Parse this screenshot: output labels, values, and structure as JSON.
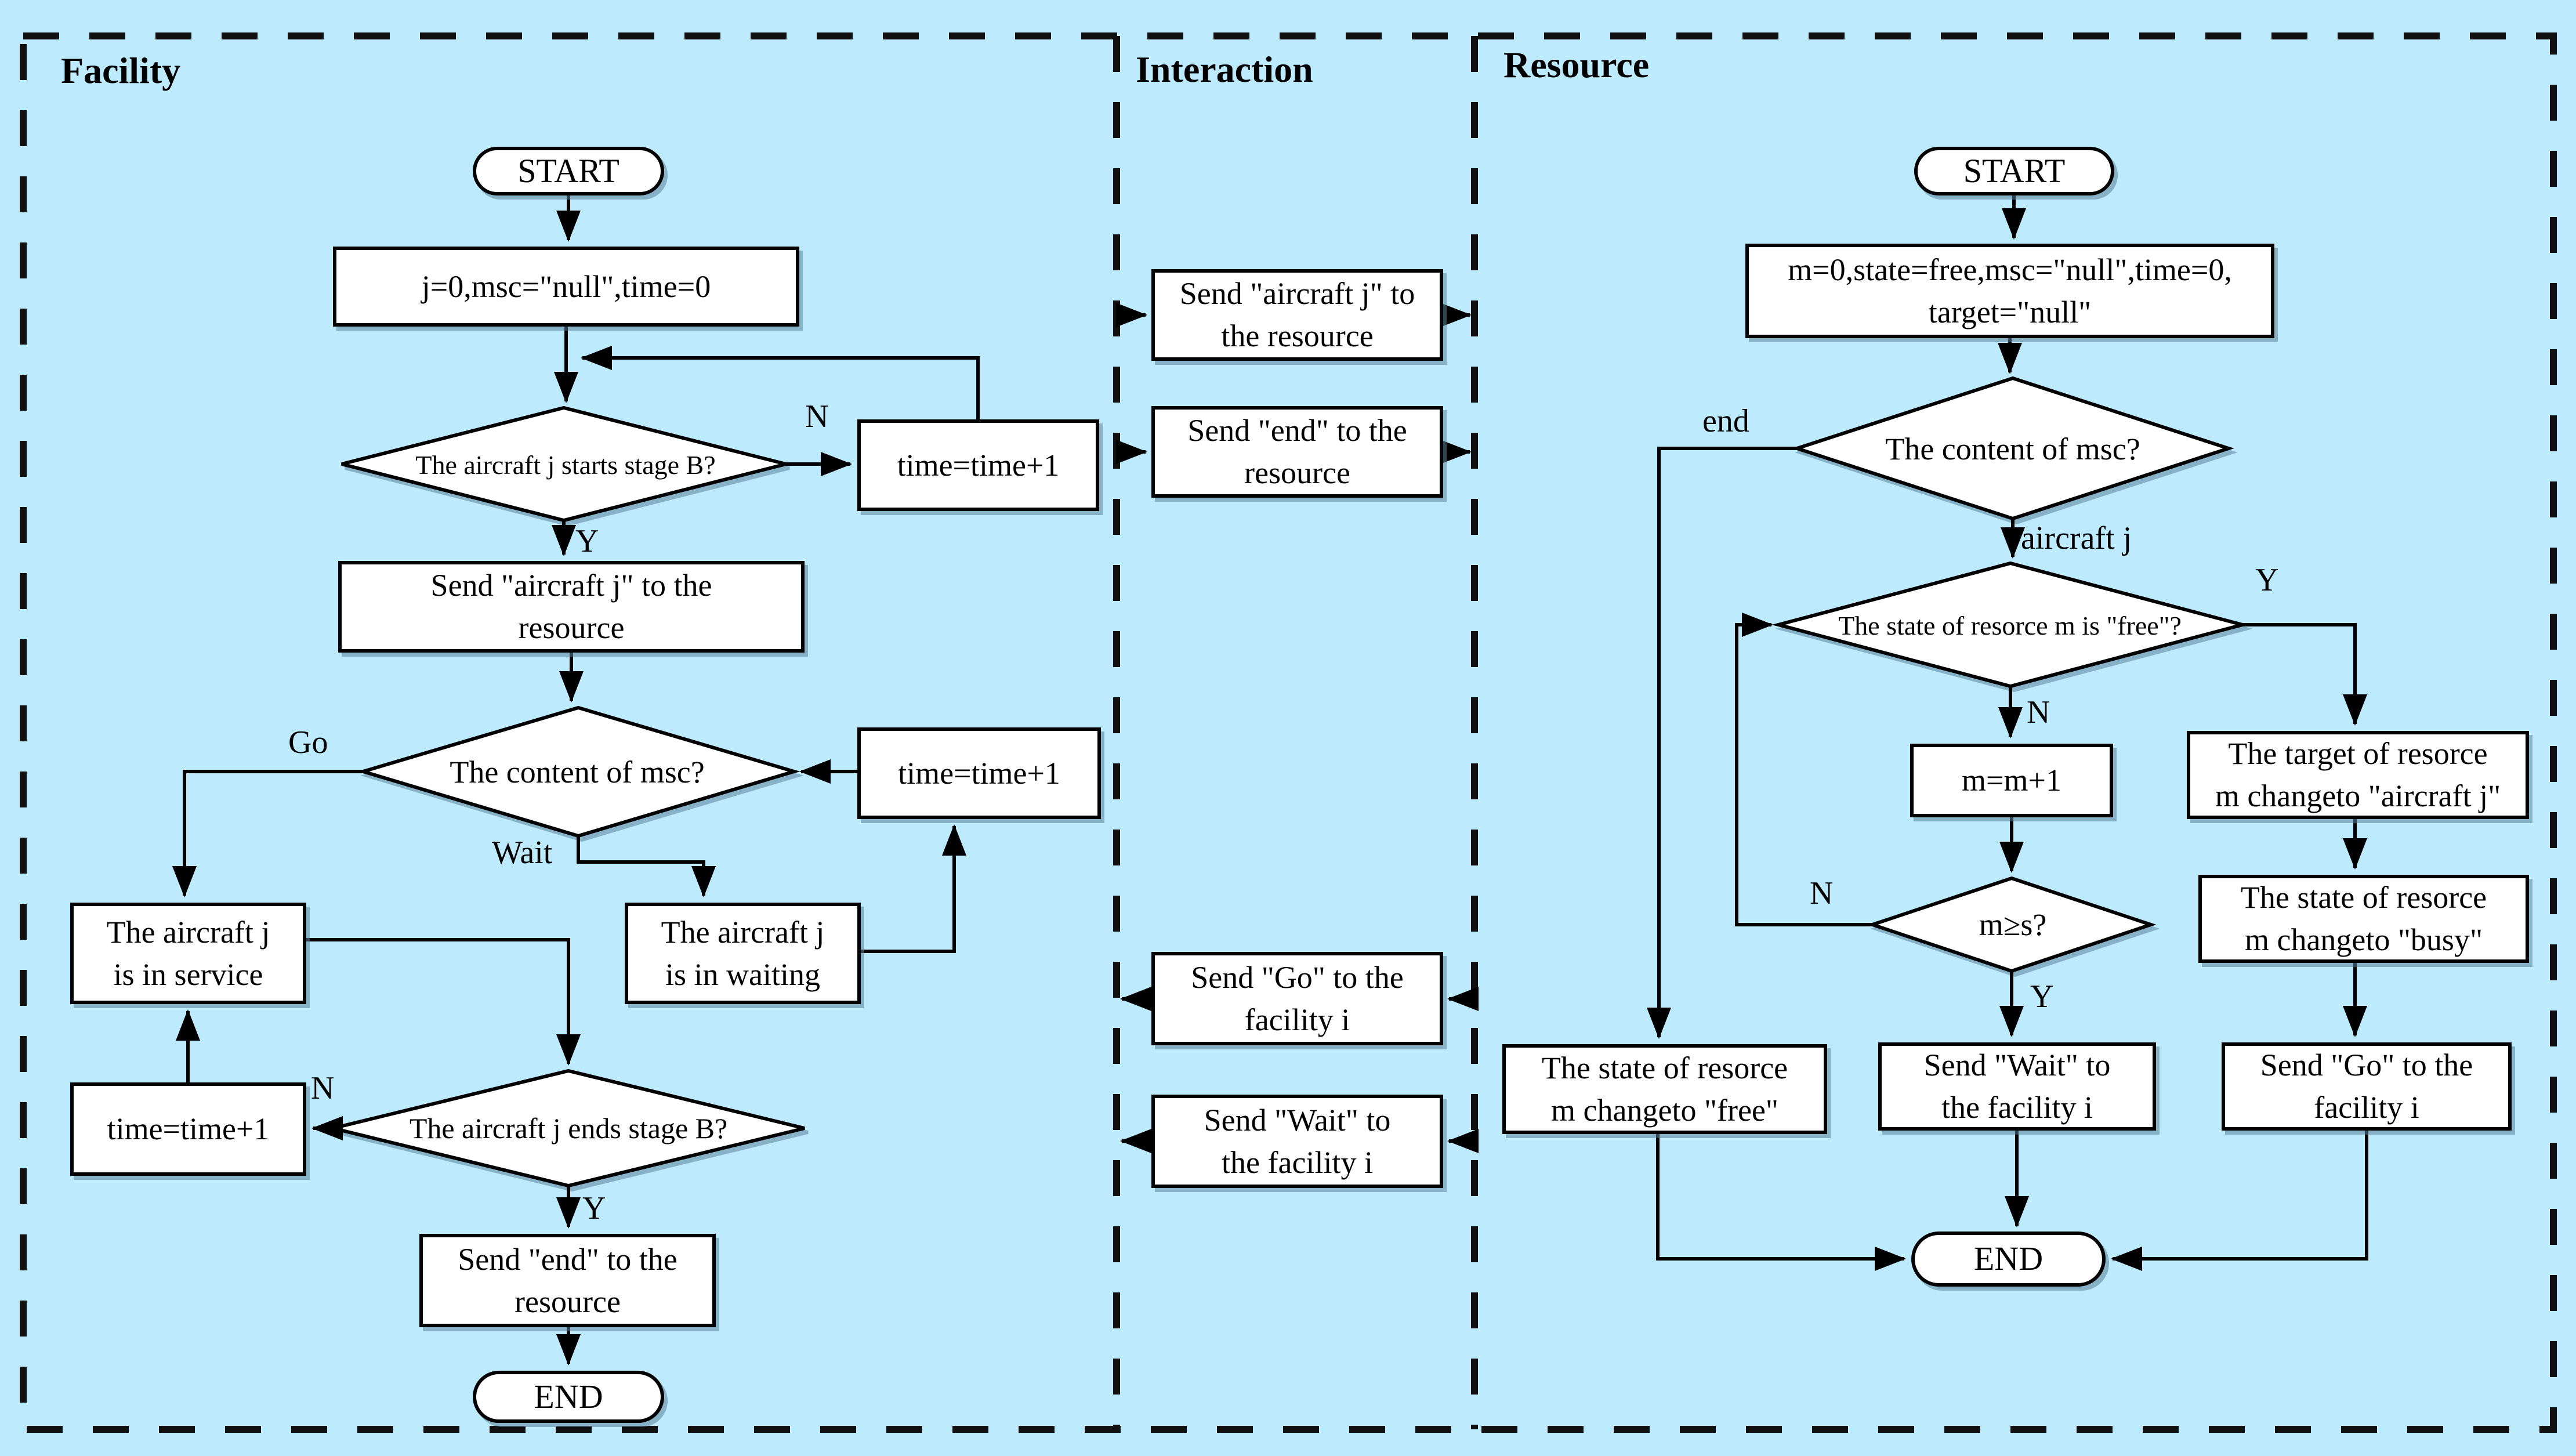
{
  "colors": {
    "background": "#bdeafc",
    "node_fill": "#ffffff",
    "line": "#000000"
  },
  "sections": {
    "facility_title": "Facility",
    "interaction_title": "Interaction",
    "resource_title": "Resource"
  },
  "facility": {
    "start": "START",
    "init": "j=0,msc=\"null\",time=0",
    "d_starts": "The aircraft j starts stage B?",
    "time1": "time=time+1",
    "send_aircraft": "Send \"aircraft j\" to the\nresource",
    "d_msc": "The content of msc?",
    "time2": "time=time+1",
    "in_service": "The aircraft j\nis in service",
    "in_waiting": "The aircraft j\nis in waiting",
    "time3": "time=time+1",
    "d_ends": "The aircraft j ends stage B?",
    "send_end": "Send \"end\" to the\nresource",
    "end": "END",
    "labels": {
      "n_starts": "N",
      "y_starts": "Y",
      "go": "Go",
      "wait": "Wait",
      "n_ends": "N",
      "y_ends": "Y"
    }
  },
  "interaction": {
    "send_aircraft": "Send \"aircraft j\" to\nthe resource",
    "send_end": "Send \"end\" to the\nresource",
    "send_go": "Send \"Go\" to the\nfacility i",
    "send_wait": "Send \"Wait\" to\nthe facility i"
  },
  "resource": {
    "start": "START",
    "init": "m=0,state=free,msc=\"null\",time=0,\ntarget=\"null\"",
    "d_msc": "The content of msc?",
    "d_free": "The state of resorce m is \"free\"?",
    "m_inc": "m=m+1",
    "d_ms": "m≥s?",
    "target_change": "The target of resorce\nm changeto \"aircraft j\"",
    "busy_change": "The state of resorce\nm changeto \"busy\"",
    "free_change": "The state of resorce\nm changeto \"free\"",
    "send_wait": "Send \"Wait\" to\nthe facility i",
    "send_go": "Send \"Go\" to the\nfacility i",
    "end": "END",
    "labels": {
      "end_branch": "end",
      "aircraft_branch": "aircraft j",
      "y_free": "Y",
      "n_free": "N",
      "n_ms": "N",
      "y_ms": "Y"
    }
  }
}
